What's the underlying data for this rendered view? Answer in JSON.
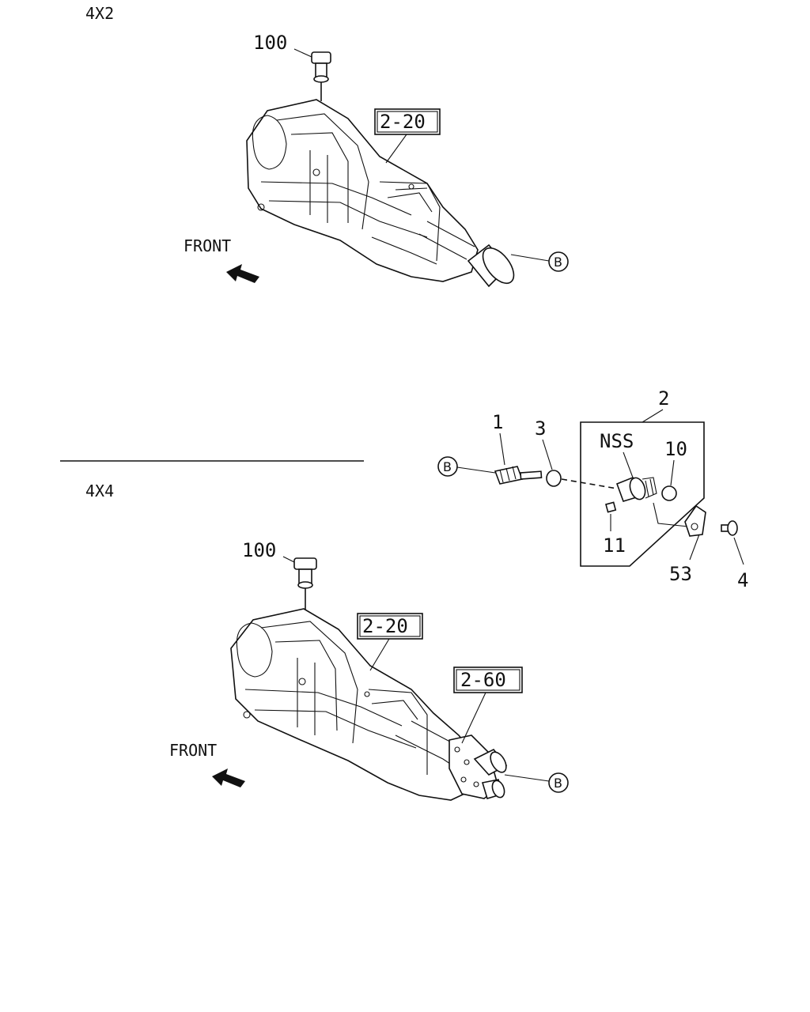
{
  "sections": {
    "top_label": "4X2",
    "bottom_label": "4X4"
  },
  "front_labels": {
    "top": "FRONT",
    "bottom": "FRONT"
  },
  "callouts": {
    "top_100": "100",
    "top_ref_2_20": "2-20",
    "top_b": "B",
    "bottom_100": "100",
    "bottom_ref_2_20": "2-20",
    "bottom_ref_2_60": "2-60",
    "bottom_b": "B",
    "detail_b": "B",
    "part_1": "1",
    "part_3": "3",
    "part_2": "2",
    "part_nss": "NSS",
    "part_10": "10",
    "part_11": "11",
    "part_53": "53",
    "part_4": "4"
  }
}
